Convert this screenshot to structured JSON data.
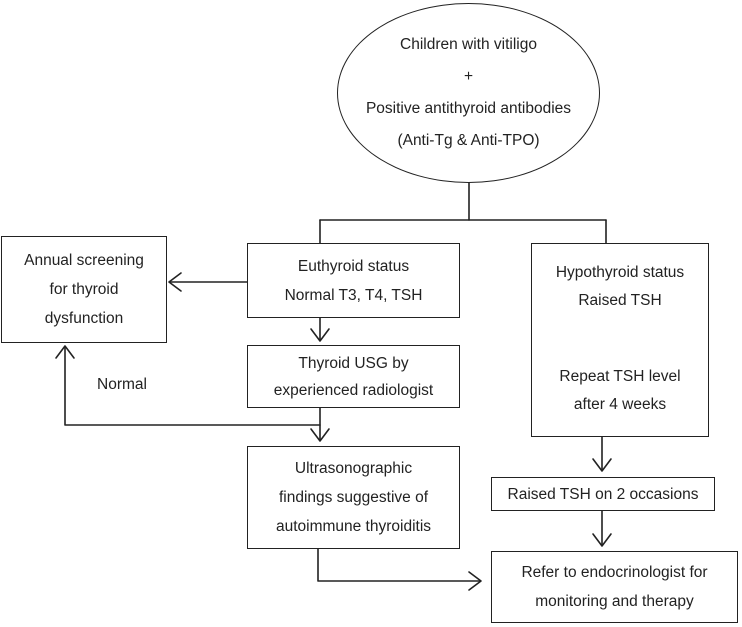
{
  "start": {
    "line1": "Children with vitiligo",
    "plus": "+",
    "line2": "Positive antithyroid antibodies",
    "line3": "(Anti-Tg & Anti-TPO)"
  },
  "annual": {
    "line1": "Annual screening",
    "line2": "for thyroid",
    "line3": "dysfunction"
  },
  "euthyroid": {
    "line1": "Euthyroid status",
    "line2": "Normal T3, T4, TSH"
  },
  "usg": {
    "line1": "Thyroid USG by",
    "line2": "experienced radiologist"
  },
  "findings": {
    "line1": "Ultrasonographic",
    "line2": "findings suggestive of",
    "line3": "autoimmune thyroiditis"
  },
  "hypothyroid": {
    "line1": "Hypothyroid status",
    "line2": "Raised TSH",
    "line3": "Repeat TSH level",
    "line4": "after 4 weeks"
  },
  "raised": {
    "line1": "Raised TSH on 2 occasions"
  },
  "refer": {
    "line1": "Refer to endocrinologist for",
    "line2": "monitoring and therapy"
  },
  "normal_label": "Normal"
}
